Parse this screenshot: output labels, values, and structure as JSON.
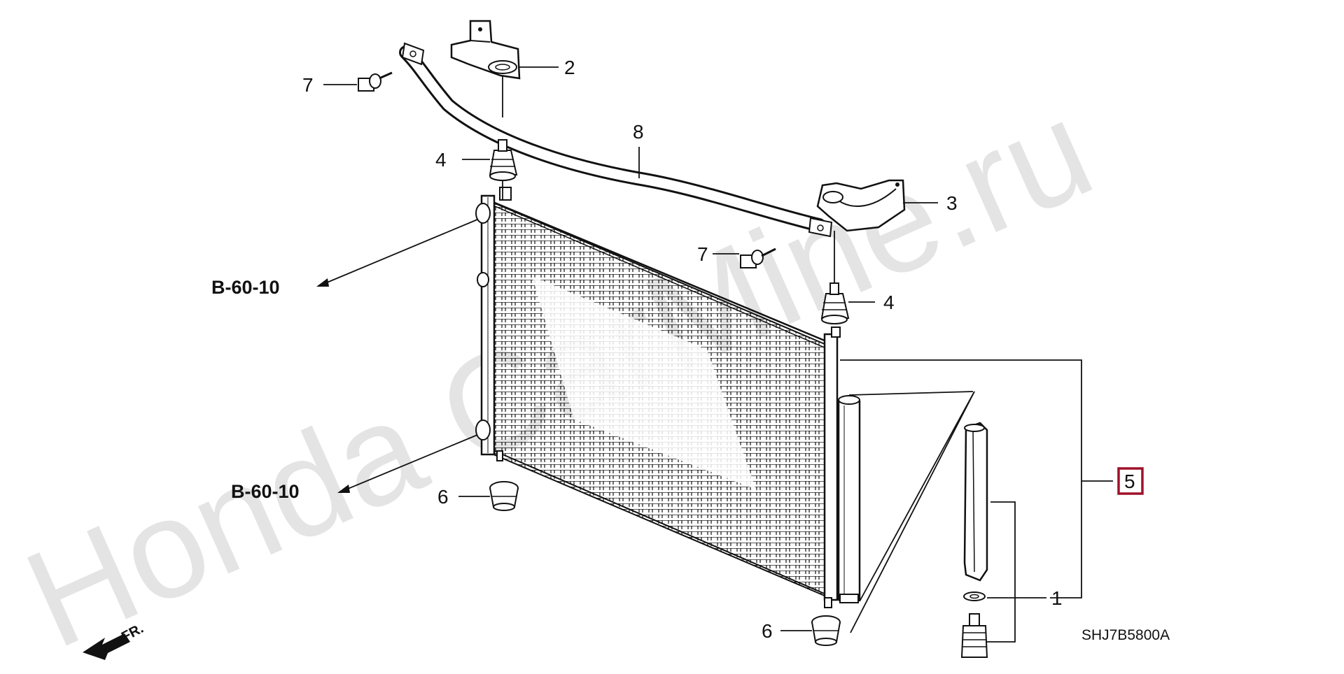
{
  "watermark": "Honda CarMine.ru",
  "callouts": {
    "c1": "1",
    "c2": "2",
    "c3": "3",
    "c4a": "4",
    "c4b": "4",
    "c5": "5",
    "c6a": "6",
    "c6b": "6",
    "c7a": "7",
    "c7b": "7",
    "c8": "8"
  },
  "refs": {
    "upper": "B-60-10",
    "lower": "B-60-10"
  },
  "front_label": "FR.",
  "diagram_code": "SHJ7B5800A",
  "colors": {
    "line": "#111111",
    "highlight_box": "#a0102a",
    "watermark": "#e4e4e4"
  }
}
